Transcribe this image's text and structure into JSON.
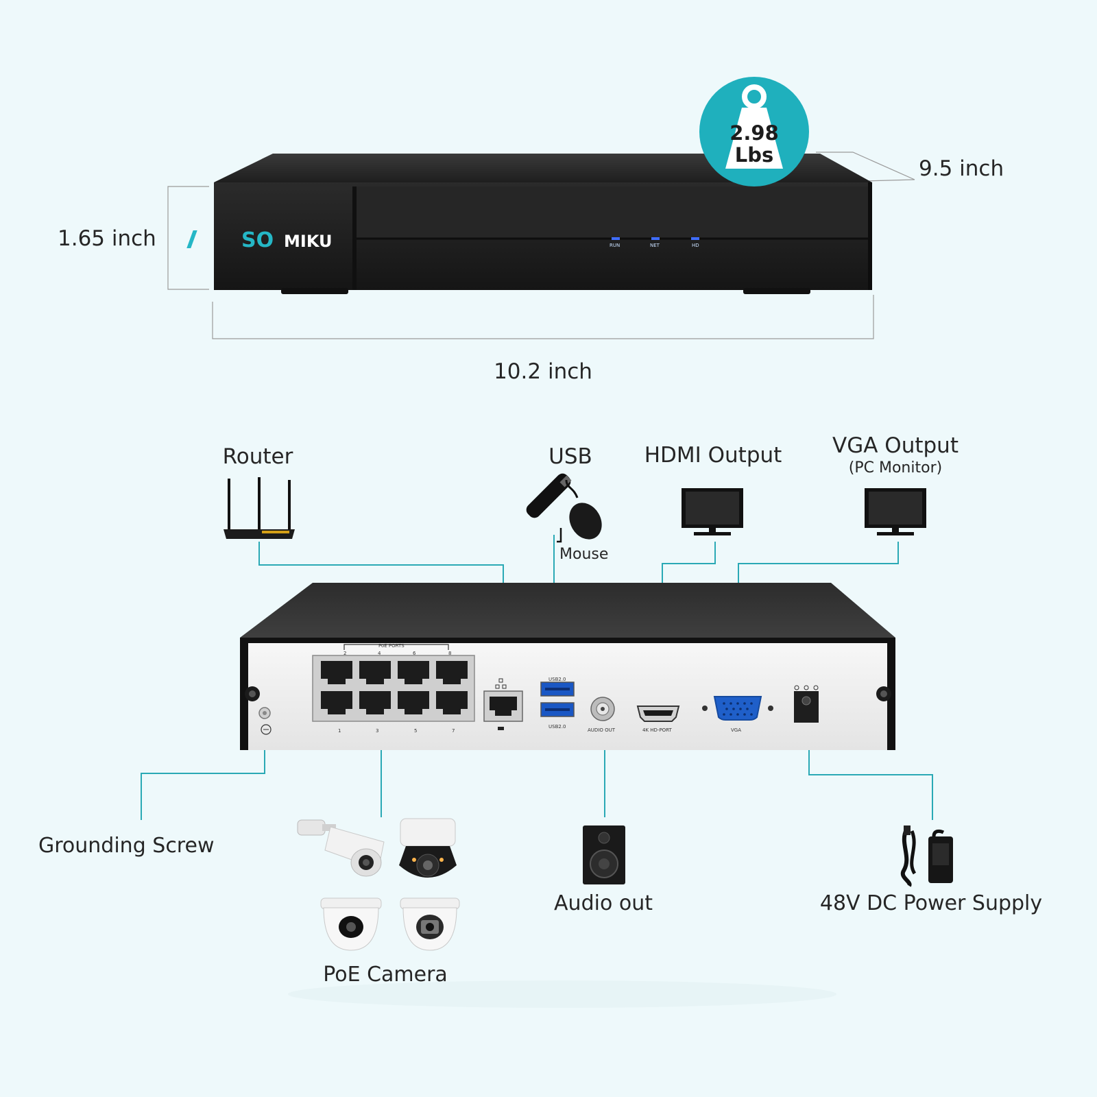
{
  "weight": {
    "value": "2.98",
    "unit": "Lbs"
  },
  "dimensions": {
    "height": "1.65 inch",
    "width": "10.2 inch",
    "depth": "9.5 inch"
  },
  "brand": {
    "logo_left": "SO",
    "logo_right": "MIKU"
  },
  "front_leds": [
    "RUN",
    "NET",
    "HD"
  ],
  "devices": {
    "router": "Router",
    "usb": "USB",
    "mouse": "Mouse",
    "hdmi": "HDMI Output",
    "vga": "VGA Output",
    "vga_sub": "(PC Monitor)",
    "grounding": "Grounding Screw",
    "poe_camera": "PoE Camera",
    "audio_out": "Audio out",
    "power": "48V DC Power Supply"
  },
  "rear_panel": {
    "poe_ports": "PoE PORTS",
    "usb_top": "USB2.0",
    "usb_bottom": "USB2.0",
    "audio": "AUDIO OUT",
    "hdmi": "4K HD-PORT",
    "vga": "VGA",
    "top_numbers": [
      "2",
      "4",
      "6",
      "8"
    ],
    "bottom_numbers": [
      "1",
      "3",
      "5",
      "7"
    ]
  },
  "colors": {
    "accent": "#1fb0bd",
    "device": "#1c1c1c",
    "line": "#2aa9b5"
  }
}
